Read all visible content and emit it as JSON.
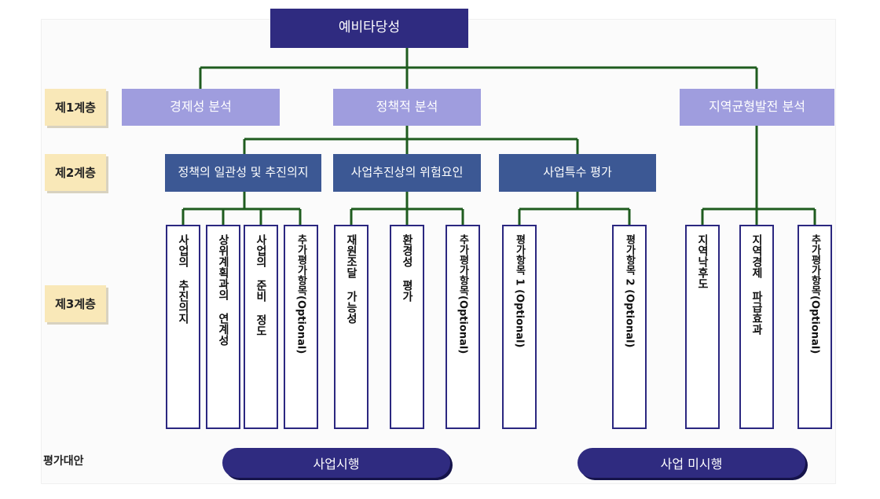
{
  "root": "예비타당성",
  "levels": {
    "l1": "제1계층",
    "l2": "제2계층",
    "l3": "제3계층",
    "alternatives": "평가대안"
  },
  "tier1": {
    "economic": "경제성 분석",
    "policy": "정책적 분석",
    "regional": "지역균형발전 분석"
  },
  "tier2": {
    "consistency": "정책의 일관성 및 추진의지",
    "risk": "사업추진상의 위험요인",
    "special": "사업특수 평가"
  },
  "tier3": {
    "willingness": "사업의 추진의지",
    "upper_plan": "상위계획과의 연계성",
    "readiness": "사업의 준비 정도",
    "extra1": "추가평가항목(Optional)",
    "funding": "재원조달 가능성",
    "environment": "환경성 평가",
    "extra2": "추가평가항목(Optional)",
    "item1": "평가항목 1 (Optional)",
    "item2": "평가항목 2 (Optional)",
    "backwardness": "지역낙후도",
    "ripple": "지역경제 파급효과",
    "extra3": "추가평가항목(Optional)"
  },
  "alternatives": {
    "do": "사업시행",
    "dont": "사업 미시행"
  },
  "colors": {
    "root": "#2f2b80",
    "tier1": "#9f9dde",
    "tier2": "#3c5894",
    "connector": "#1f5c1f",
    "level_label": "#f9e8b8"
  }
}
